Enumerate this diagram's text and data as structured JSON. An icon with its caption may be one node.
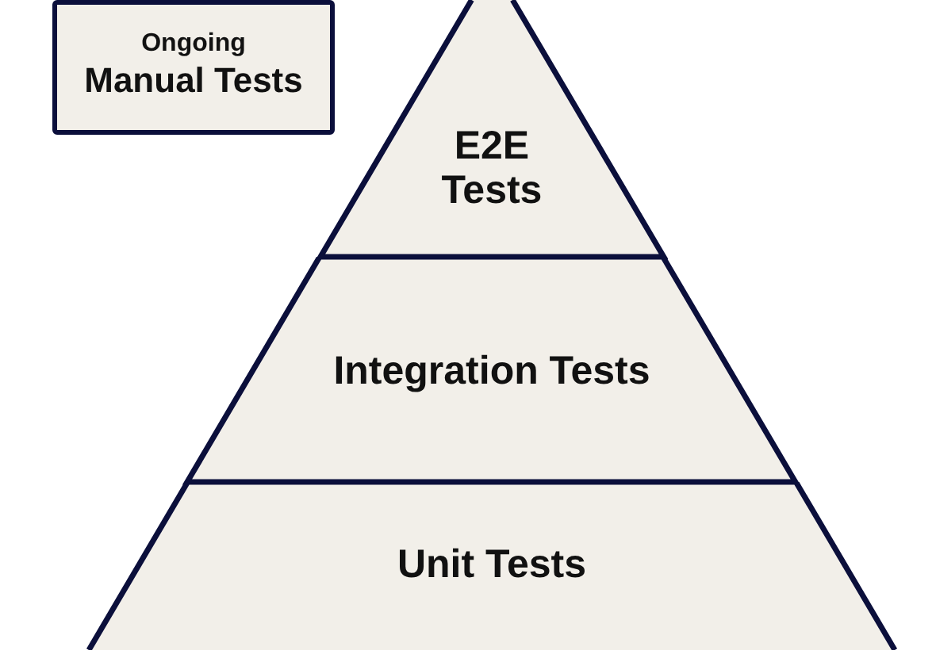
{
  "diagram": {
    "nodes": [
      {
        "text": [
          "Ongoing",
          "Manual Tests"
        ]
      },
      {
        "text": [
          "E2E Tests"
        ]
      },
      {
        "text": [
          "Integration Tests"
        ]
      },
      {
        "text": [
          "Unit Tests"
        ]
      }
    ]
  }
}
